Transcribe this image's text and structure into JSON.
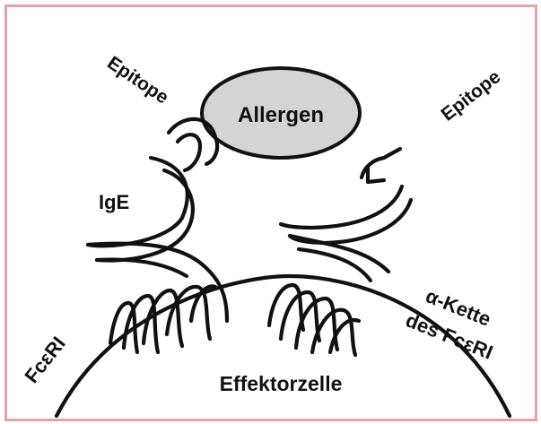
{
  "figure": {
    "frame_color": "#e2a2a8",
    "allergen_fill": "#d4d4d4",
    "ink_color": "#111111"
  },
  "labels": {
    "allergen": "Allergen",
    "epitope_left": "Epitope",
    "epitope_right": "Epitope",
    "ige": "IgE",
    "alpha_chain_line1": "α-Kette",
    "alpha_chain_line2": "des FcεRI",
    "fceri": "FcεRI",
    "effector_cell": "Effektorzelle"
  }
}
